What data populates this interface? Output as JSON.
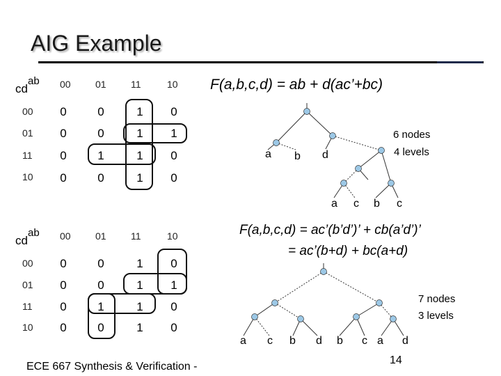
{
  "title": "AIG Example",
  "kmap_top": {
    "corner_row_var": "cd",
    "corner_col_var": "ab",
    "col_headers": [
      "00",
      "01",
      "11",
      "10"
    ],
    "row_headers": [
      "00",
      "01",
      "11",
      "10"
    ],
    "cells": [
      [
        "0",
        "0",
        "1",
        "0"
      ],
      [
        "0",
        "0",
        "1",
        "1"
      ],
      [
        "0",
        "1",
        "1",
        "0"
      ],
      [
        "0",
        "0",
        "1",
        "0"
      ]
    ]
  },
  "kmap_bottom": {
    "corner_row_var": "cd",
    "corner_col_var": "ab",
    "col_headers": [
      "00",
      "01",
      "11",
      "10"
    ],
    "row_headers": [
      "00",
      "01",
      "11",
      "10"
    ],
    "cells": [
      [
        "0",
        "0",
        "1",
        "0"
      ],
      [
        "0",
        "0",
        "1",
        "1"
      ],
      [
        "0",
        "1",
        "1",
        "0"
      ],
      [
        "0",
        "0",
        "1",
        "0"
      ]
    ]
  },
  "func_top": "F(a,b,c,d) = ab + d(ac’+bc)",
  "stats_top": {
    "nodes": "6 nodes",
    "levels": "4 levels"
  },
  "leaves_top_mid": [
    "a",
    "b",
    "d"
  ],
  "leaves_top_low": [
    "a",
    "c",
    "b",
    "c"
  ],
  "func_bottom_line1": "F(a,b,c,d) = ac’(b’d’)’ + cb(a’d’)’",
  "func_bottom_line2": "= ac’(b+d) + bc(a+d)",
  "stats_bottom": {
    "nodes": "7 nodes",
    "levels": "3 levels"
  },
  "leaves_bottom": [
    "a",
    "c",
    "b",
    "d",
    "b",
    "c",
    "a",
    "d"
  ],
  "footer": "ECE 667 Synthesis & Verification -",
  "page_number": "14"
}
